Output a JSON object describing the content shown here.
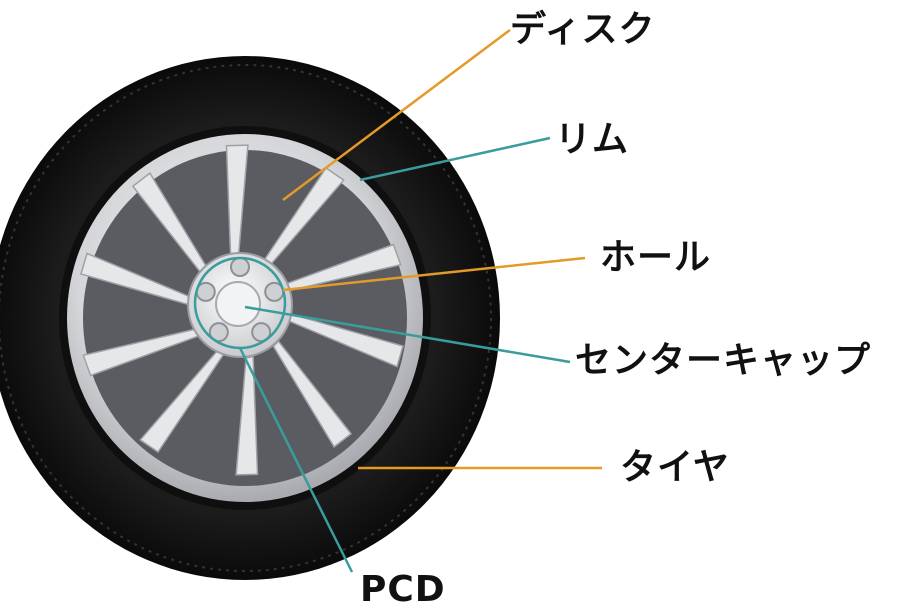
{
  "labels": {
    "disc": "ディスク",
    "rim": "リム",
    "hole": "ホール",
    "center_cap": "センターキャップ",
    "tire": "タイヤ",
    "pcd": "PCD"
  },
  "colors": {
    "leader_orange": "#e39a2a",
    "leader_teal": "#3a9c9c",
    "tire_dark": "#141414",
    "tire_mid": "#2a2a2a",
    "wheel_silver": "#d9dadc",
    "wheel_shadow": "#8d9096",
    "text": "#111111"
  },
  "icons": {
    "wheel": "tire-wheel-illustration"
  }
}
